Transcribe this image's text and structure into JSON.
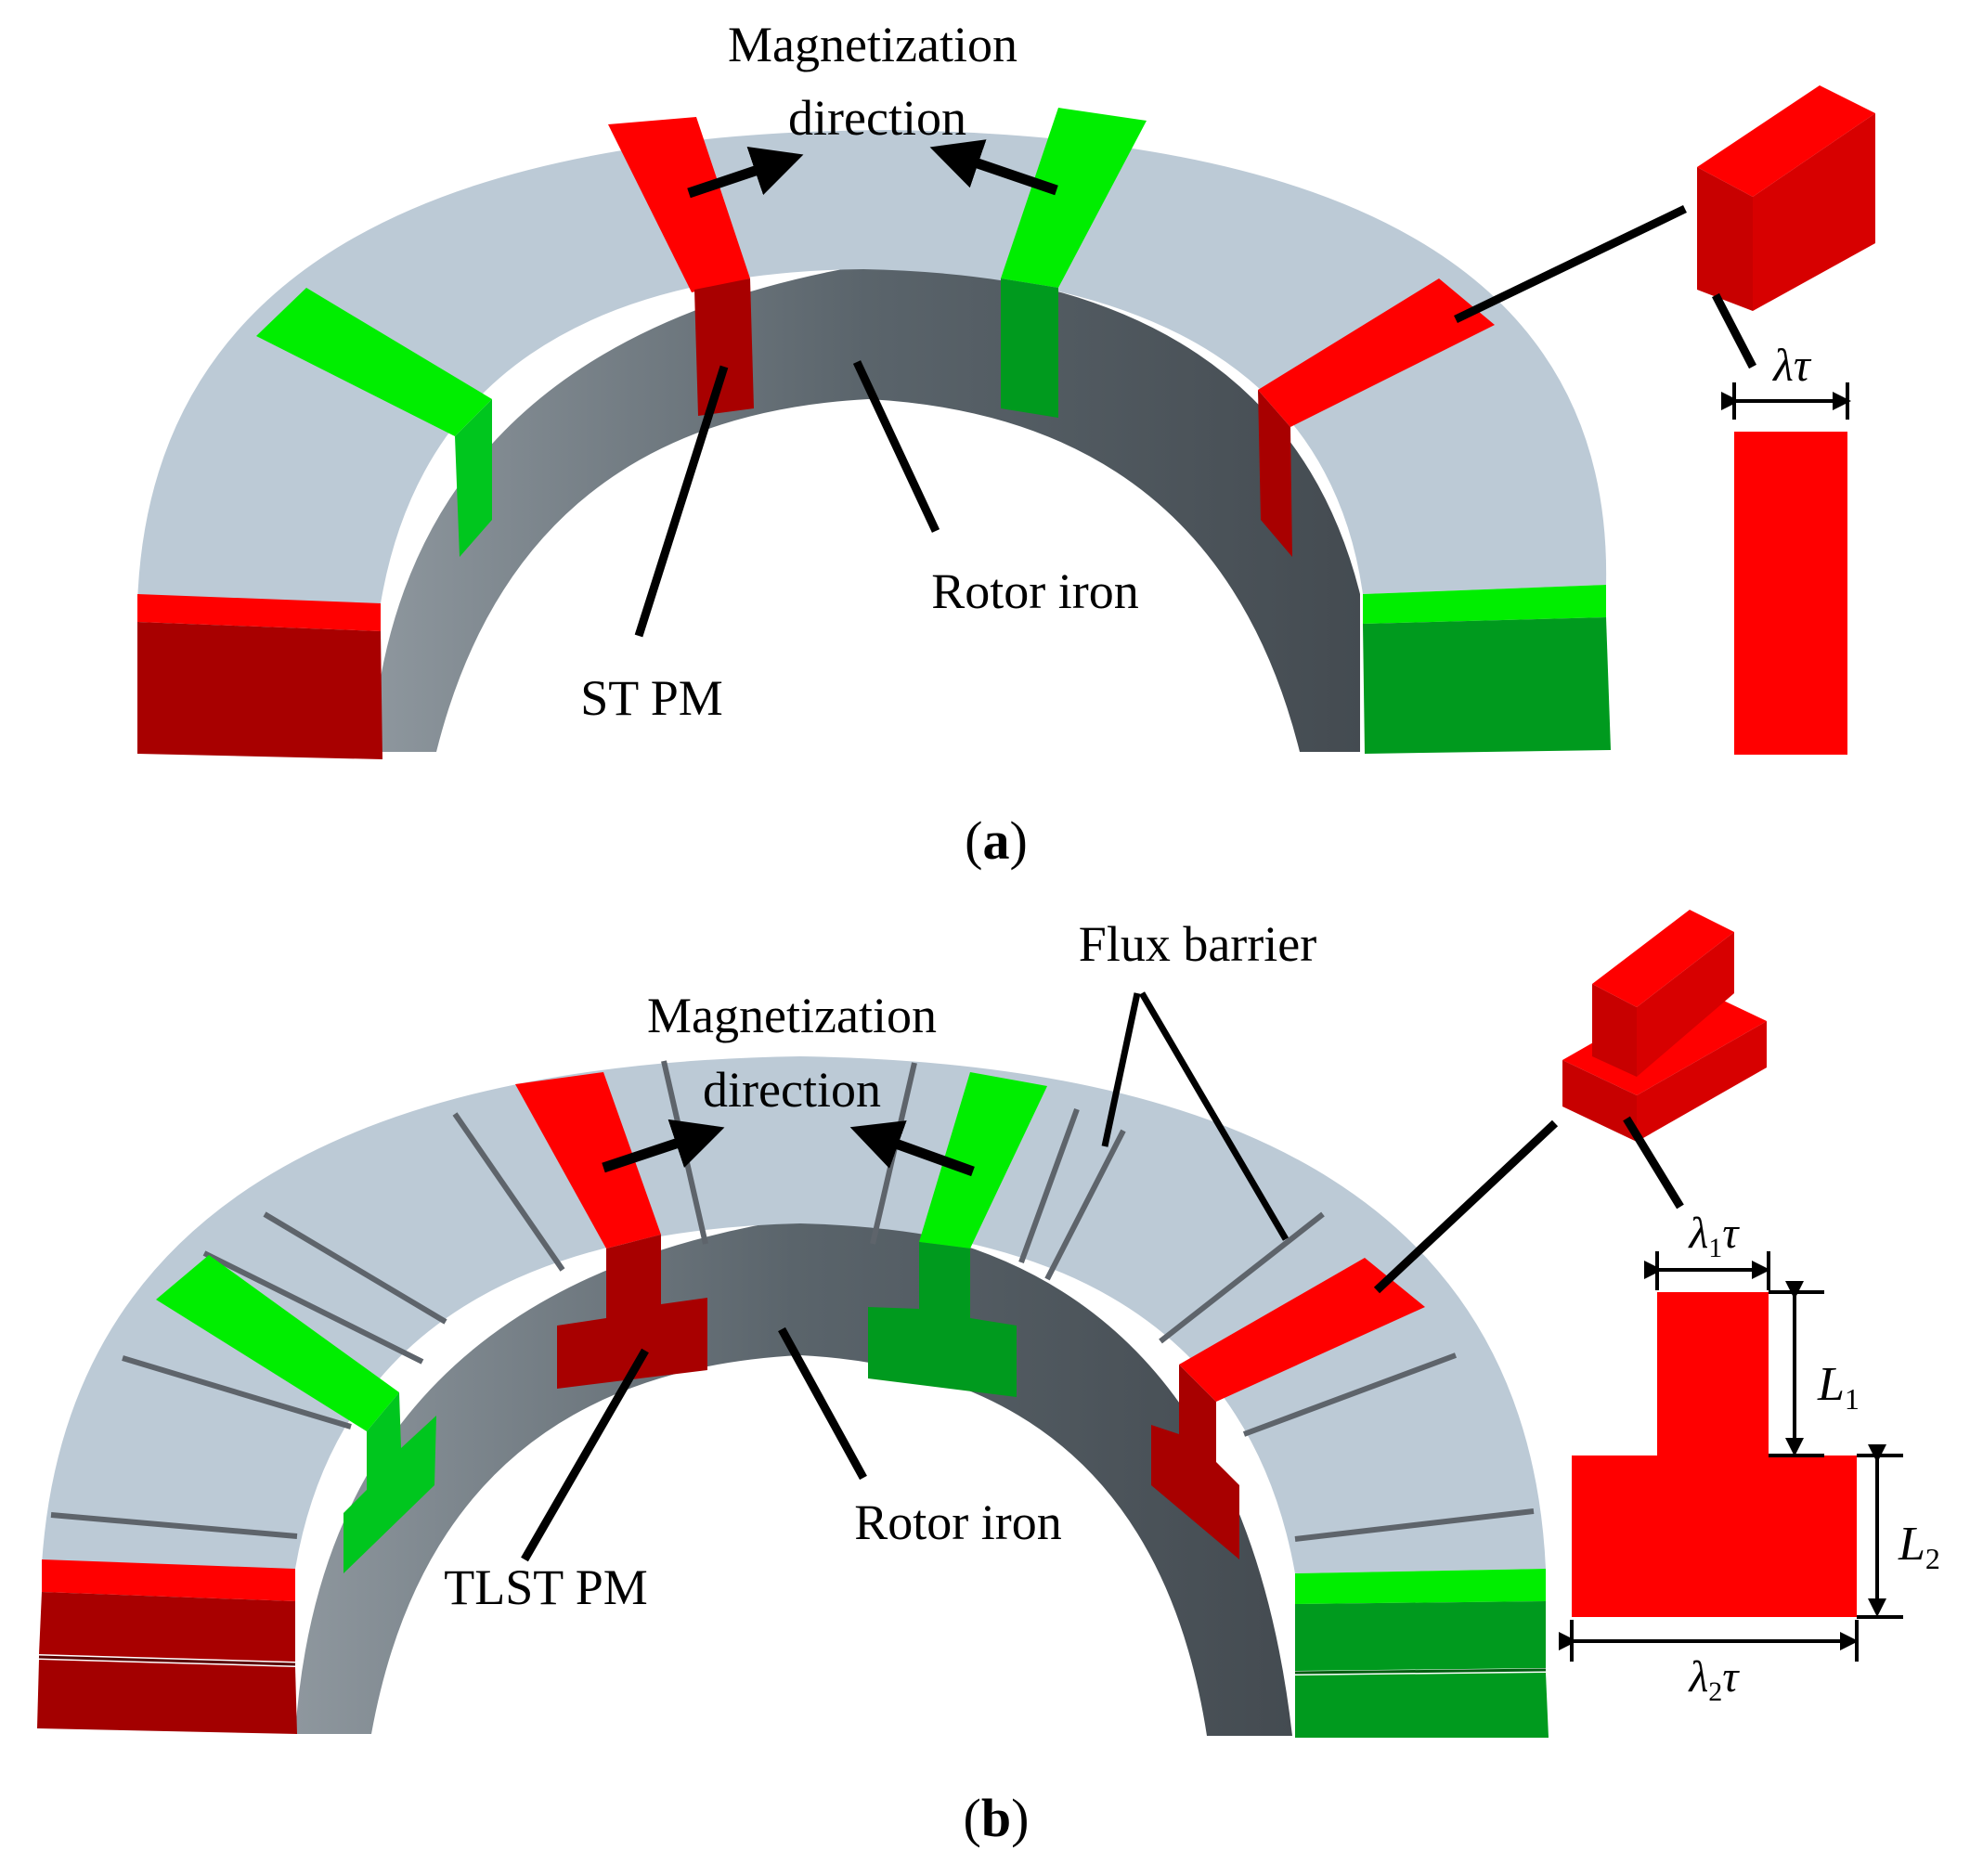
{
  "panel_a": {
    "caption_open": "(",
    "caption_letter": "a",
    "caption_close": ")",
    "magnetization_line1": "Magnetization",
    "magnetization_line2": "direction",
    "pm_label": "ST PM",
    "rotor_label": "Rotor iron",
    "width_symbol": "λτ"
  },
  "panel_b": {
    "caption_open": "(",
    "caption_letter": "b",
    "caption_close": ")",
    "magnetization_line1": "Magnetization",
    "magnetization_line2": "direction",
    "pm_label": "TLST PM",
    "rotor_label": "Rotor iron",
    "flux_barrier_label": "Flux barrier",
    "lambda1": "λ",
    "lambda1_sub": "1",
    "lambda2": "λ",
    "lambda2_sub": "2",
    "tau": "τ",
    "L": "L",
    "L1_sub": "1",
    "L2_sub": "2"
  },
  "colors": {
    "red_pm": "#ff0000",
    "dark_red_pm": "#a80000",
    "green_pm": "#00ee00",
    "dark_green_pm": "#009a1e",
    "rotor_top": "#bccad6",
    "rotor_side": "#59636b",
    "barrier": "#5e646b"
  }
}
